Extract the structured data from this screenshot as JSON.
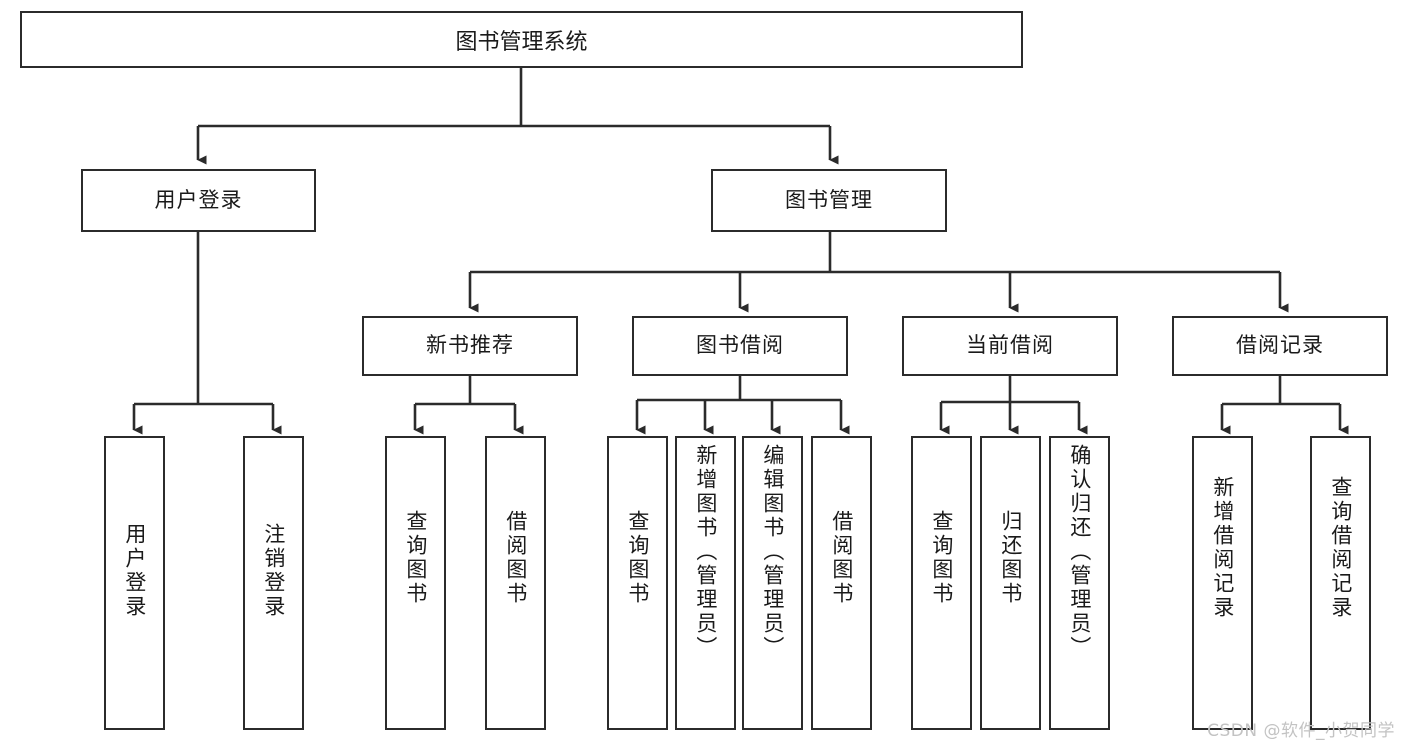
{
  "diagram": {
    "type": "tree",
    "title": "图书管理系统",
    "root": {
      "label": "图书管理系统"
    },
    "level2": [
      {
        "label": "用户登录"
      },
      {
        "label": "图书管理"
      }
    ],
    "level3": [
      {
        "label": "新书推荐"
      },
      {
        "label": "图书借阅"
      },
      {
        "label": "当前借阅"
      },
      {
        "label": "借阅记录"
      }
    ],
    "leaves": {
      "user_login": [
        {
          "label": "用户登录"
        },
        {
          "label": "注销登录"
        }
      ],
      "new_book_recommend": [
        {
          "label": "查询图书"
        },
        {
          "label": "借阅图书"
        }
      ],
      "book_borrow": [
        {
          "label": "查询图书"
        },
        {
          "label": "新增图书（管理员）"
        },
        {
          "label": "编辑图书（管理员）"
        },
        {
          "label": "借阅图书"
        }
      ],
      "current_borrow": [
        {
          "label": "查询图书"
        },
        {
          "label": "归还图书"
        },
        {
          "label": "确认归还（管理员）"
        }
      ],
      "borrow_record": [
        {
          "label": "新增借阅记录"
        },
        {
          "label": "查询借阅记录"
        }
      ]
    }
  },
  "watermark": {
    "text": "CSDN @软件_小贺同学"
  },
  "colors": {
    "border": "#2b2b2b",
    "background": "#ffffff",
    "text": "#1a1a1a",
    "watermark": "#c3c3c3"
  }
}
